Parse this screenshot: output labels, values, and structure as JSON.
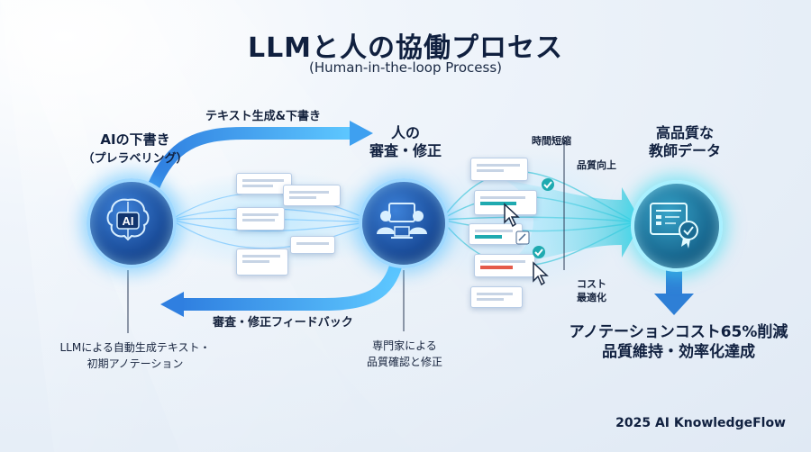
{
  "title": "LLMと人の協働プロセス",
  "subtitle": "(Human-in-the-loop Process)",
  "stages": {
    "ai": {
      "title": "AIの下書き",
      "subtitle": "（プレラベリング）",
      "icon_text": "AI",
      "description": [
        "LLMによる自動生成テキスト・",
        "初期アノテーション"
      ]
    },
    "review": {
      "title": [
        "人の",
        "審査・修正"
      ],
      "description": [
        "専門家による",
        "品質確認と修正"
      ]
    },
    "data": {
      "title": [
        "高品質な",
        "教師データ"
      ]
    }
  },
  "arrows": {
    "top": "テキスト生成&下書き",
    "bottom": "審査・修正フィードバック"
  },
  "benefits": {
    "time": "時間短縮",
    "quality": "品質向上",
    "cost": [
      "コスト",
      "最適化"
    ]
  },
  "results": [
    "アノテーションコスト65%削減",
    "品質維持・効率化達成"
  ],
  "footer": "2025 AI KnowledgeFlow",
  "colors": {
    "primary": "#1c4f9d",
    "glow": "#5ec8ff",
    "teal": "#1fb6c8",
    "text": "#10203f"
  },
  "icons": [
    "brain-icon",
    "people-review-icon",
    "certificate-icon",
    "cursor-icon",
    "checkmark-icon",
    "down-arrow-icon"
  ]
}
